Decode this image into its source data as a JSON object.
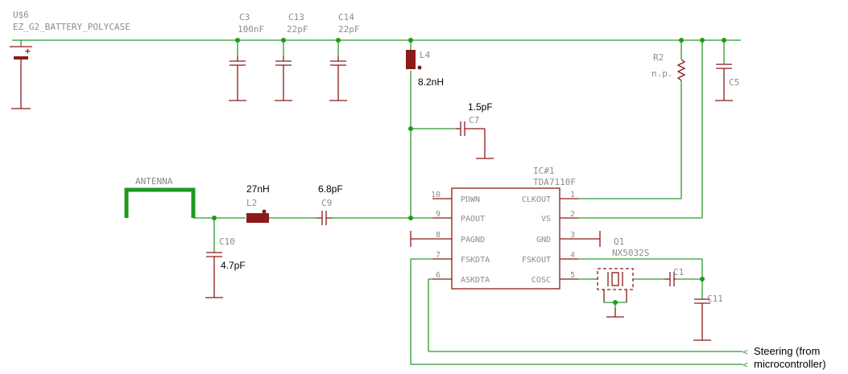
{
  "colors": {
    "net": "#2c9a2c",
    "part": "#8b1a1a",
    "junction": "#1f9a1f",
    "text": "#8c8c8c"
  },
  "battery": {
    "name": "U$6",
    "value": "EZ_G2_BATTERY_POLYCASE",
    "plus": "+"
  },
  "c3": {
    "name": "C3",
    "value": "100nF"
  },
  "c13": {
    "name": "C13",
    "value": "22pF"
  },
  "c14": {
    "name": "C14",
    "value": "22pF"
  },
  "l4": {
    "name": "L4",
    "value": "8.2nH"
  },
  "r2": {
    "name": "R2",
    "value": "n.p."
  },
  "c5": {
    "name": "C5"
  },
  "c7": {
    "name": "C7",
    "value": "1.5pF"
  },
  "antenna": {
    "name": "ANTENNA"
  },
  "l2": {
    "name": "L2",
    "value": "27nH"
  },
  "c9": {
    "name": "C9",
    "value": "6.8pF"
  },
  "c10": {
    "name": "C10",
    "value": "4.7pF"
  },
  "ic": {
    "name": "IC#1",
    "value": "TDA7110F",
    "left_pins": [
      {
        "num": "10",
        "label": "PDWN"
      },
      {
        "num": "9",
        "label": "PAOUT"
      },
      {
        "num": "8",
        "label": "PAGND"
      },
      {
        "num": "7",
        "label": "FSKDTA"
      },
      {
        "num": "6",
        "label": "ASKDTA"
      }
    ],
    "right_pins": [
      {
        "num": "1",
        "label": "CLKOUT"
      },
      {
        "num": "2",
        "label": "VS"
      },
      {
        "num": "3",
        "label": "GND"
      },
      {
        "num": "4",
        "label": "FSKOUT"
      },
      {
        "num": "5",
        "label": "COSC"
      }
    ]
  },
  "q1": {
    "name": "Q1",
    "value": "NX5032S"
  },
  "c1": {
    "name": "C1"
  },
  "c11": {
    "name": "C11"
  },
  "steering": {
    "line1": "Steering (from",
    "line2": "microcontroller)",
    "arrow": "<"
  }
}
